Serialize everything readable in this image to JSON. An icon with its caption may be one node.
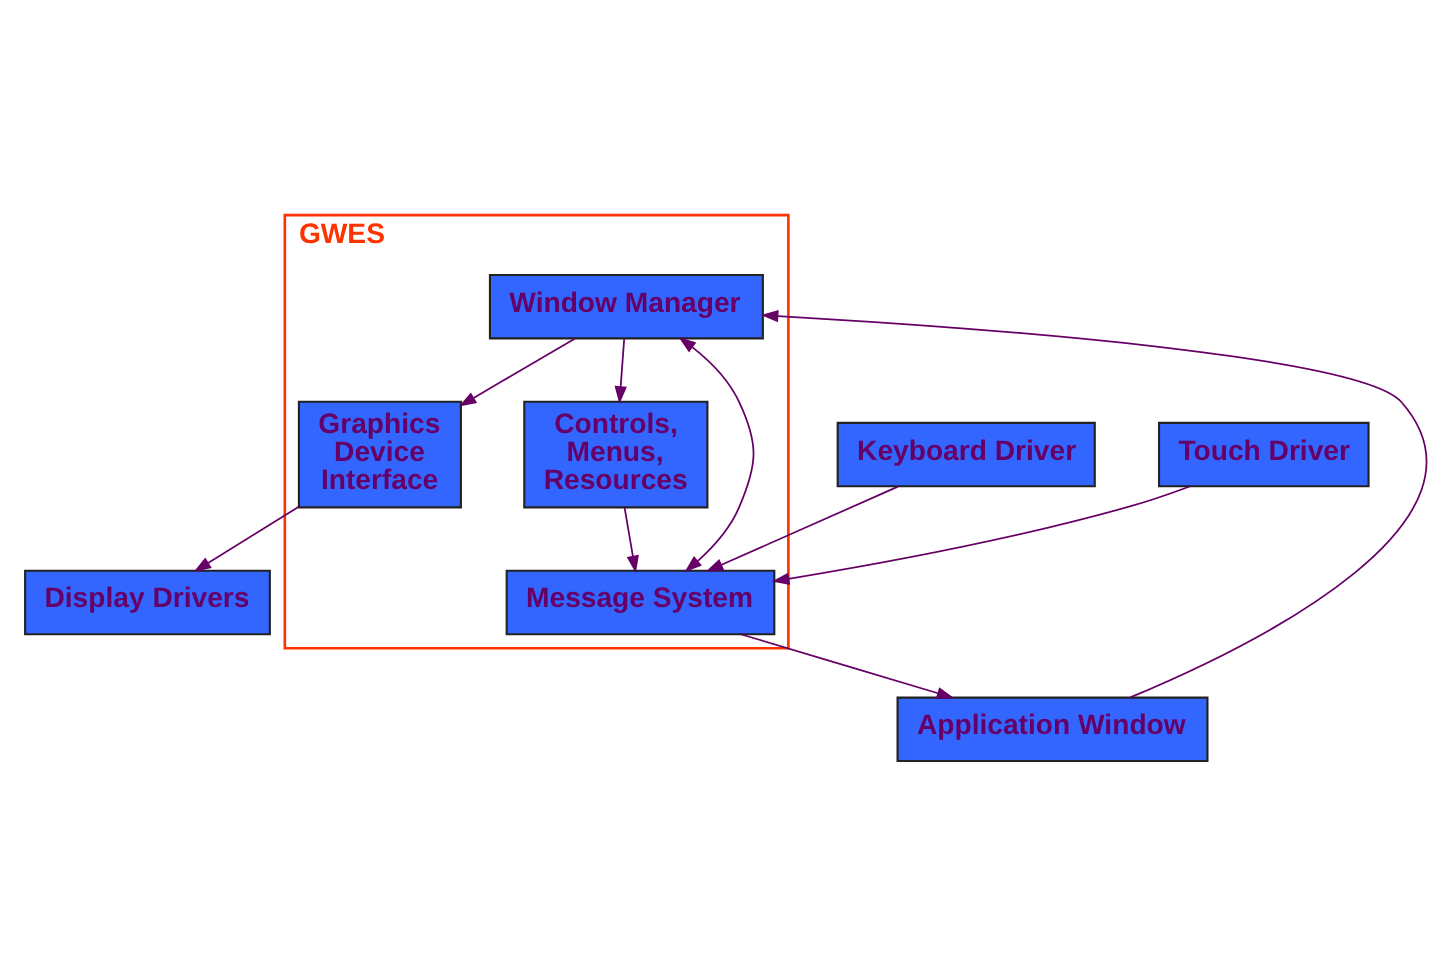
{
  "diagram": {
    "nodes": [
      {
        "text": [
          "Application Window"
        ]
      },
      {
        "text": [
          "GWES"
        ]
      },
      {
        "text": [
          "Window Manager"
        ],
        "in": 1
      },
      {
        "text": [
          "Message System"
        ],
        "in": 1
      },
      {
        "text": [
          "Controls, Menus, Resources"
        ],
        "in": 1
      },
      {
        "text": [
          "Graphics Device Interface"
        ],
        "in": 1
      },
      {
        "text": [
          "Keyboard Driver"
        ]
      },
      {
        "text": [
          "Touch Driver"
        ]
      },
      {
        "text": [
          "Display Drivers"
        ]
      }
    ],
    "edges": [
      {
        "from": 3,
        "to": 0,
        "arrow": "to"
      },
      {
        "from": 0,
        "to": 2,
        "arrow": "to"
      },
      {
        "from": 3,
        "to": 2,
        "arrow": "both"
      },
      {
        "from": 2,
        "to": 4,
        "arrow": "to"
      },
      {
        "from": 4,
        "to": 3,
        "arrow": "to"
      },
      {
        "from": 2,
        "to": 5,
        "arrow": "to"
      },
      {
        "from": 6,
        "to": 3,
        "arrow": "to"
      },
      {
        "from": 7,
        "to": 3,
        "arrow": "to"
      },
      {
        "from": 5,
        "to": 8,
        "arrow": "to"
      }
    ]
  }
}
